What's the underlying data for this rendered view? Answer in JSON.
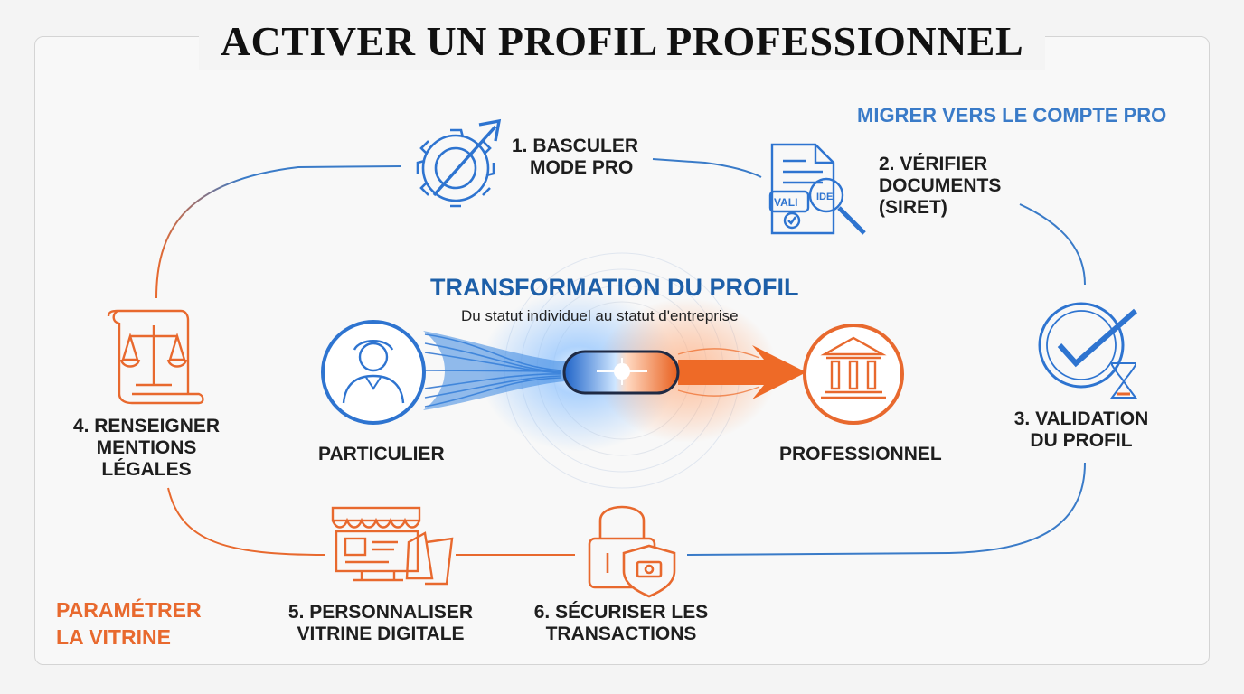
{
  "title": "ACTIVER UN PROFIL PROFESSIONNEL",
  "sections": {
    "migrate": "MIGRER VERS LE COMPTE PRO",
    "storefront": [
      "PARAMÉTRER",
      "LA VITRINE"
    ]
  },
  "center": {
    "title": "TRANSFORMATION DU PROFIL",
    "subtitle": "Du statut individuel au statut d'entreprise",
    "from_label": "PARTICULIER",
    "to_label": "PROFESSIONNEL"
  },
  "steps": [
    {
      "lines": [
        "1. BASCULER",
        "MODE PRO"
      ],
      "icon": "gear-arrow-icon"
    },
    {
      "lines": [
        "2. VÉRIFIER",
        "DOCUMENTS",
        "(SIRET)"
      ],
      "icon": "document-magnifier-icon",
      "stamp": "VALIDE"
    },
    {
      "lines": [
        "3. VALIDATION",
        "DU PROFIL"
      ],
      "icon": "check-hourglass-icon"
    },
    {
      "lines": [
        "4. RENSEIGNER",
        "MENTIONS",
        "LÉGALES"
      ],
      "icon": "scales-scroll-icon"
    },
    {
      "lines": [
        "5. PERSONNALISER",
        "VITRINE DIGITALE"
      ],
      "icon": "storefront-icon"
    },
    {
      "lines": [
        "6. SÉCURISER LES",
        "TRANSACTIONS"
      ],
      "icon": "padlock-shield-icon"
    }
  ],
  "colors": {
    "blue": "#3a7bc8",
    "dark_blue": "#1d5fa8",
    "orange": "#e8692e",
    "text": "#1e1e1e"
  }
}
